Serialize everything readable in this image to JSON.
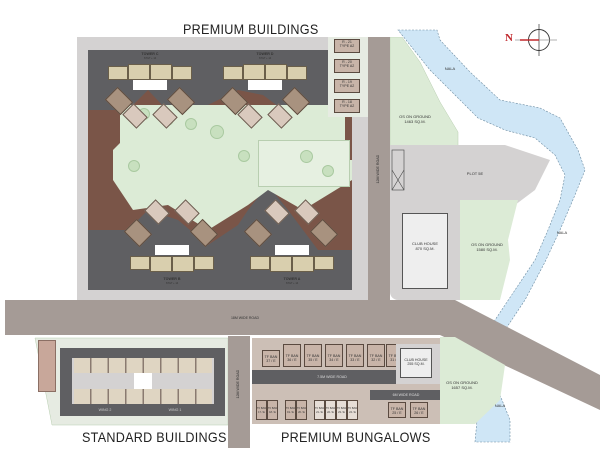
{
  "headings": {
    "premium_buildings": "PREMIUM BUILDINGS",
    "standard_buildings": "STANDARD BUILDINGS",
    "premium_bungalows": "PREMIUM BUNGALOWS"
  },
  "compass": {
    "label": "N",
    "needle_color": "#c0282d"
  },
  "towers": [
    {
      "name": "TOWER C",
      "sub": "STILT + 14"
    },
    {
      "name": "TOWER D",
      "sub": "STILT + 14"
    },
    {
      "name": "TOWER B",
      "sub": "STILT + 14"
    },
    {
      "name": "TOWER A",
      "sub": "STILT + 14"
    }
  ],
  "row_houses": [
    {
      "id": "R - 21",
      "type": "TYPE A2"
    },
    {
      "id": "R - 20",
      "type": "TYPE A2"
    },
    {
      "id": "R - 19",
      "type": "TYPE A2"
    },
    {
      "id": "R - 18",
      "type": "TYPE A2"
    }
  ],
  "areas": {
    "open_ground_1": {
      "line1": "OS ON GROUND",
      "line2": "1463 SQ.M."
    },
    "open_ground_2": {
      "line1": "OS ON GROUND",
      "line2": "1580 SQ.M."
    },
    "open_ground_3": {
      "line1": "OS ON GROUND",
      "line2": "1657 SQ.M."
    },
    "plot": "PLOT 5E",
    "club_house_1": {
      "line1": "CLUB HOUSE",
      "line2": "870 SQ.M."
    },
    "club_house_2": {
      "line1": "CLUB HOUSE",
      "line2": "255 SQ.M."
    }
  },
  "roads": {
    "main": "18M WIDE ROAD",
    "vertical_top": "12M WIDE ROAD",
    "vertical_bottom": "12M WIDE ROAD",
    "internal_1": "7.5M WIDE ROAD",
    "internal_2": "6M WIDE ROAD"
  },
  "nala_label": "NALA",
  "standard_wings": [
    "WING 2",
    "WING 1"
  ],
  "bungalows_top": [
    {
      "type": "TF BAN",
      "id": "37 / E"
    },
    {
      "type": "TF BAN",
      "id": "36 / E"
    },
    {
      "type": "TF BAN",
      "id": "35 / E"
    },
    {
      "type": "TF BAN",
      "id": "34 / E"
    },
    {
      "type": "TF BAN",
      "id": "33 / E"
    },
    {
      "type": "TF BAN",
      "id": "32 / E"
    },
    {
      "type": "TF BAN",
      "id": "31 / E"
    }
  ],
  "bungalows_bottom": [
    {
      "type": "TF BAN",
      "id": "17 / E"
    },
    {
      "type": "TF BAN",
      "id": "18 / E"
    },
    {
      "type": "TF BAN",
      "id": "19 / E"
    },
    {
      "type": "TF BAN",
      "id": "20 / E"
    },
    {
      "type": "TF BAN",
      "id": "21 / E"
    },
    {
      "type": "TF BAN",
      "id": "22 / E"
    },
    {
      "type": "TF BAN",
      "id": "23 / E"
    },
    {
      "type": "TF BAN",
      "id": "24 / E"
    },
    {
      "type": "TF BAN",
      "id": "25 / E"
    },
    {
      "type": "TF BAN",
      "id": "26 / E"
    }
  ]
}
